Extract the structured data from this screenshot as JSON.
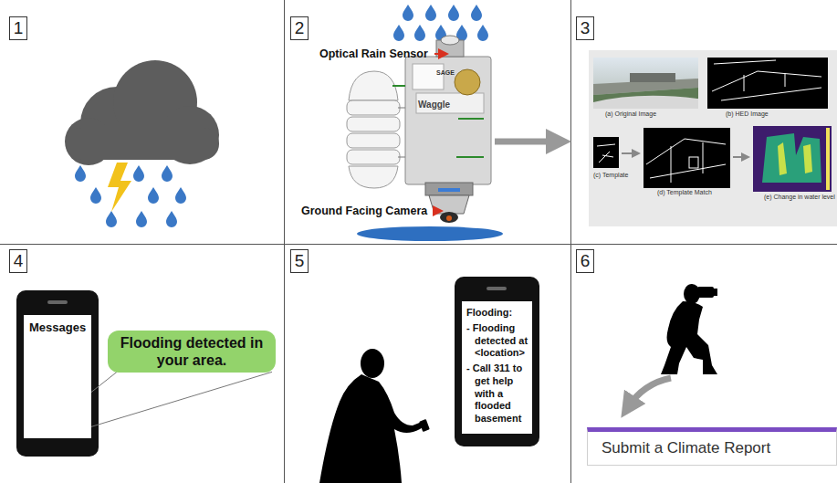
{
  "diagram": {
    "nodes": [
      {
        "text": [
          "1"
        ]
      },
      {
        "text": [
          "2"
        ]
      },
      {
        "text": [
          "3"
        ]
      },
      {
        "text": [
          "(a) Original Image",
          "(b) HED Image",
          "(c) Template",
          "(d) Template Match",
          "(e) Change in water level"
        ]
      },
      {
        "text": [
          "4"
        ]
      },
      {
        "text": [
          "Messages"
        ]
      },
      {
        "text": [
          "Flooding detected in your area."
        ]
      },
      {
        "text": [
          "5"
        ]
      },
      {
        "text": [
          "Flooding:",
          "- Flooding detected at <location>",
          "- Call 311 to get help with a flooded basement"
        ]
      },
      {
        "text": [
          "6"
        ]
      },
      {
        "text": [
          "Submit a Climate Report"
        ]
      }
    ],
    "labels": [
      "Optical Rain Sensor",
      "Ground Facing Camera",
      "SAGE",
      "Waggle"
    ]
  }
}
